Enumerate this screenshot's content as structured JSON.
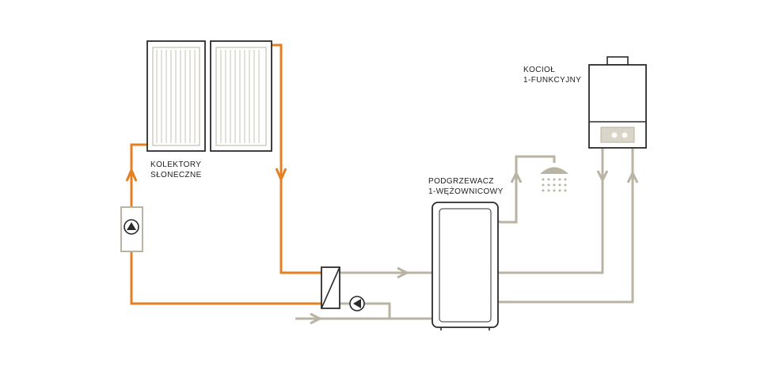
{
  "labels": {
    "collectors": [
      "KOLEKTORY",
      "SŁONECZNE"
    ],
    "tank": [
      "PODGRZEWACZ",
      "1-WĘŻOWNICOWY"
    ],
    "boiler": [
      "KOCIOŁ",
      "1-FUNKCYJNY"
    ]
  },
  "colors": {
    "solar_loop": "#E67E22",
    "water_loop": "#B8B3A2",
    "outline": "#2B2B2B",
    "background": "#FFFFFF"
  },
  "icons": {
    "collector": "solar-collector-icon",
    "pump": "circulation-pump-icon",
    "heat_exchanger": "heat-exchanger-icon",
    "shower": "shower-head-icon",
    "boiler": "gas-boiler-icon",
    "tank": "water-heater-tank-icon"
  }
}
